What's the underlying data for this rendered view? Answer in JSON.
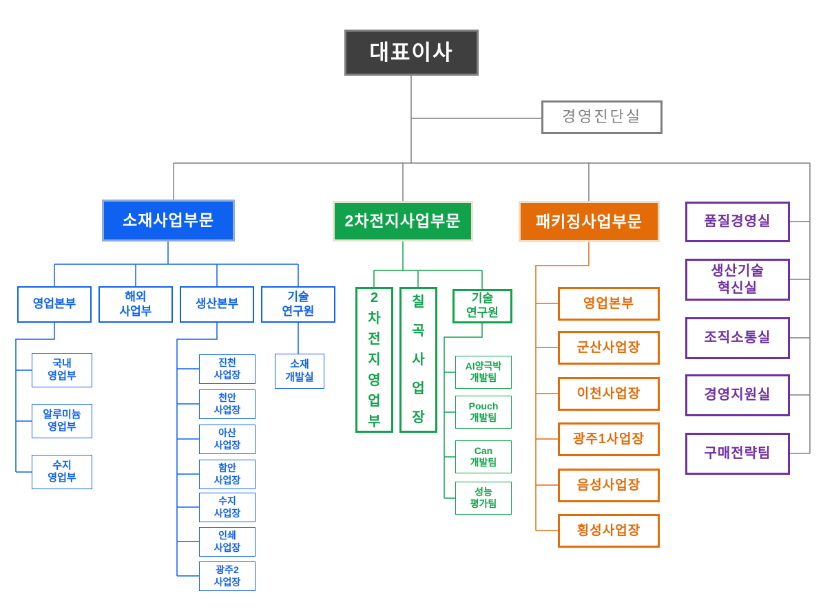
{
  "ceo": "대표이사",
  "audit_office": "경영진단실",
  "materials": {
    "title": "소재사업부문",
    "sales_hq": "영업본부",
    "overseas": "해외\n사업부",
    "production_hq": "생산본부",
    "tech_institute": "기술\n연구원",
    "sales_children": [
      "국내\n영업부",
      "알루미늄\n영업부",
      "수지\n영업부"
    ],
    "production_children": [
      "진천\n사업장",
      "천안\n사업장",
      "아산\n사업장",
      "함안\n사업장",
      "수지\n사업장",
      "인쇄\n사업장",
      "광주2\n사업장"
    ],
    "tech_children": [
      "소재\n개발실"
    ]
  },
  "battery": {
    "title": "2차전지사업부문",
    "sales_dept": "2\n차\n전\n지\n영\n업\n부",
    "chilgok_plant": "칠\n곡\n사\n업\n장",
    "tech_institute": "기술\n연구원",
    "tech_children": [
      "Al양극박\n개발팀",
      "Pouch\n개발팀",
      "Can\n개발팀",
      "성능\n평가팀"
    ]
  },
  "packaging": {
    "title": "패키징사업부문",
    "children": [
      "영업본부",
      "군산사업장",
      "이천사업장",
      "광주1사업장",
      "음성사업장",
      "횡성사업장"
    ]
  },
  "staff_offices": [
    "품질경영실",
    "생산기술\n혁신실",
    "조직소통실",
    "경영지원실",
    "구매전략팀"
  ],
  "colors": {
    "ceo_fill": "#3F3F3F",
    "gray_line": "#7F7F7F",
    "blue": "#0F62EF",
    "green": "#12A24C",
    "orange": "#E36C09",
    "purple": "#7030A0"
  }
}
